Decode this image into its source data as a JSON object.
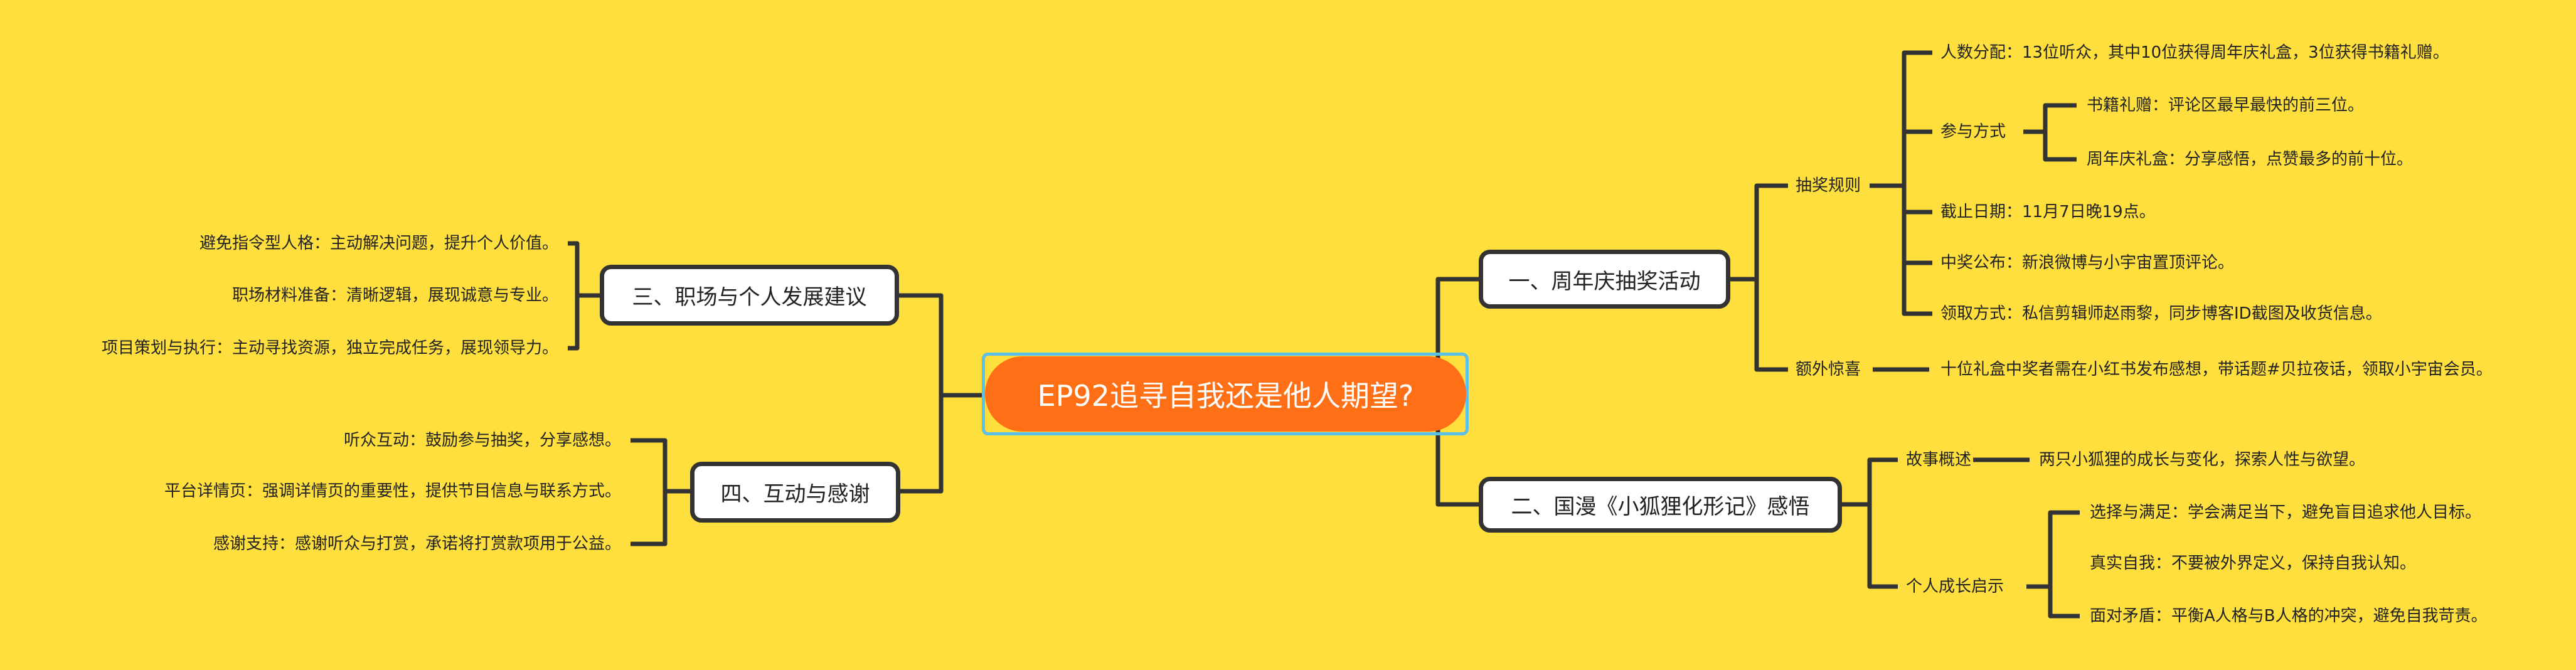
{
  "colors": {
    "background": "#FFDF3D",
    "center": "#FF7016",
    "selection": "#5BC0EB",
    "line": "#333333"
  },
  "center": {
    "title": "EP92追寻自我还是他人期望?"
  },
  "branch1": {
    "title": "一、周年庆抽奖活动",
    "rules": {
      "label": "抽奖规则",
      "items": [
        "人数分配：13位听众，其中10位获得周年庆礼盒，3位获得书籍礼赠。",
        "参与方式",
        "截止日期：11月7日晚19点。",
        "中奖公布：新浪微博与小宇宙置顶评论。",
        "领取方式：私信剪辑师赵雨黎，同步博客ID截图及收货信息。"
      ],
      "participation": [
        "书籍礼赠：评论区最早最快的前三位。",
        "周年庆礼盒：分享感悟，点赞最多的前十位。"
      ]
    },
    "surprise": {
      "label": "额外惊喜",
      "text": "十位礼盒中奖者需在小红书发布感想，带话题#贝拉夜话，领取小宇宙会员。"
    }
  },
  "branch2": {
    "title": "二、国漫《小狐狸化形记》感悟",
    "story": {
      "label": "故事概述",
      "text": "两只小狐狸的成长与变化，探索人性与欲望。"
    },
    "growth": {
      "label": "个人成长启示",
      "items": [
        "选择与满足：学会满足当下，避免盲目追求他人目标。",
        "真实自我：不要被外界定义，保持自我认知。",
        "面对矛盾：平衡A人格与B人格的冲突，避免自我苛责。"
      ]
    }
  },
  "branch3": {
    "title": "三、职场与个人发展建议",
    "items": [
      "避免指令型人格：主动解决问题，提升个人价值。",
      "职场材料准备：清晰逻辑，展现诚意与专业。",
      "项目策划与执行：主动寻找资源，独立完成任务，展现领导力。"
    ]
  },
  "branch4": {
    "title": "四、互动与感谢",
    "items": [
      "听众互动：鼓励参与抽奖，分享感想。",
      "平台详情页：强调详情页的重要性，提供节目信息与联系方式。",
      "感谢支持：感谢听众与打赏，承诺将打赏款项用于公益。"
    ]
  }
}
